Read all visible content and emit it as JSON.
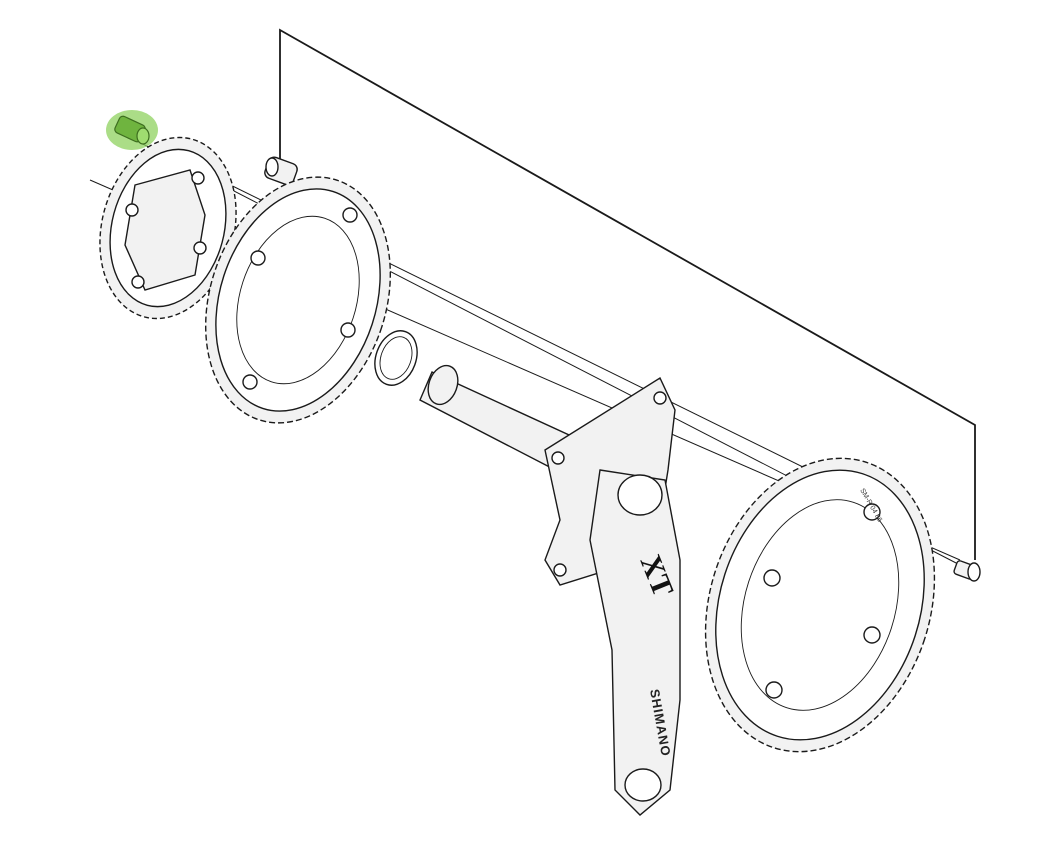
{
  "diagram": {
    "highlight_color": "#8fd15f",
    "line_color": "#1a1a1a",
    "crank_brand_text": "SHIMANO",
    "crank_logo_text": "XT",
    "chainring_marking_text": "SM-R 04 86",
    "parts": [
      {
        "name": "chainring-bolt-highlighted"
      },
      {
        "name": "small-chainring"
      },
      {
        "name": "bolt-sleeve-nut"
      },
      {
        "name": "middle-chainring"
      },
      {
        "name": "spacer-ring"
      },
      {
        "name": "crank-arm-with-axle"
      },
      {
        "name": "large-chainring"
      },
      {
        "name": "chainring-bolt"
      }
    ]
  }
}
